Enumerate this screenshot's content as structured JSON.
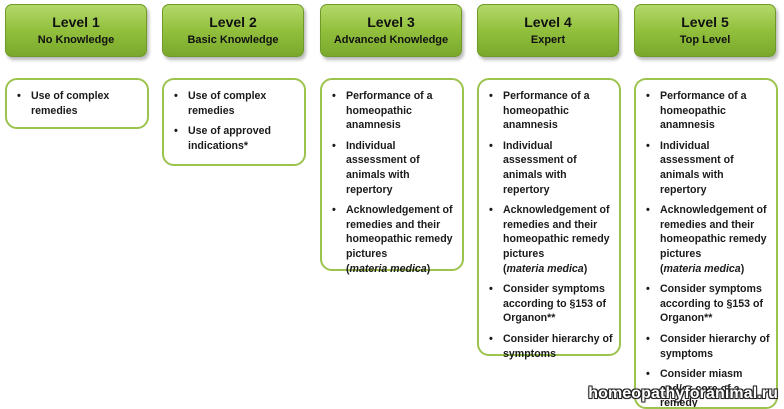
{
  "levels": [
    {
      "title": "Level 1",
      "subtitle": "No Knowledge",
      "items": [
        "Use of complex remedies"
      ]
    },
    {
      "title": "Level 2",
      "subtitle": "Basic Knowledge",
      "items": [
        "Use of complex remedies",
        "Use of approved indications*"
      ]
    },
    {
      "title": "Level 3",
      "subtitle": "Advanced Knowledge",
      "items": [
        "Performance of a homeopathic anamnesis",
        "Individual assessment of animals with repertory",
        "Acknowledgement of remedies and their homeopathic remedy pictures",
        "materia medica"
      ]
    },
    {
      "title": "Level 4",
      "subtitle": "Expert",
      "items": [
        "Performance of a homeopathic anamnesis",
        "Individual assessment of animals with repertory",
        "Acknowledgement of remedies and their homeopathic remedy pictures",
        "materia medica",
        "Consider symptoms according to §153 of Organon**",
        "Consider hierarchy of symptoms"
      ]
    },
    {
      "title": "Level 5",
      "subtitle": "Top Level",
      "items": [
        "Performance of a homeopathic anamnesis",
        "Individual assessment of animals with repertory",
        "Acknowledgement of remedies and their homeopathic remedy pictures",
        "materia medica",
        "Consider symptoms according to §153 of Organon**",
        "Consider hierarchy of symptoms",
        "Consider miasm and/or core of a remedy"
      ]
    }
  ],
  "watermark": "homeopathyforanimal.ru",
  "colors": {
    "header_green": "#93c13e",
    "box_border": "#9cc34e"
  }
}
